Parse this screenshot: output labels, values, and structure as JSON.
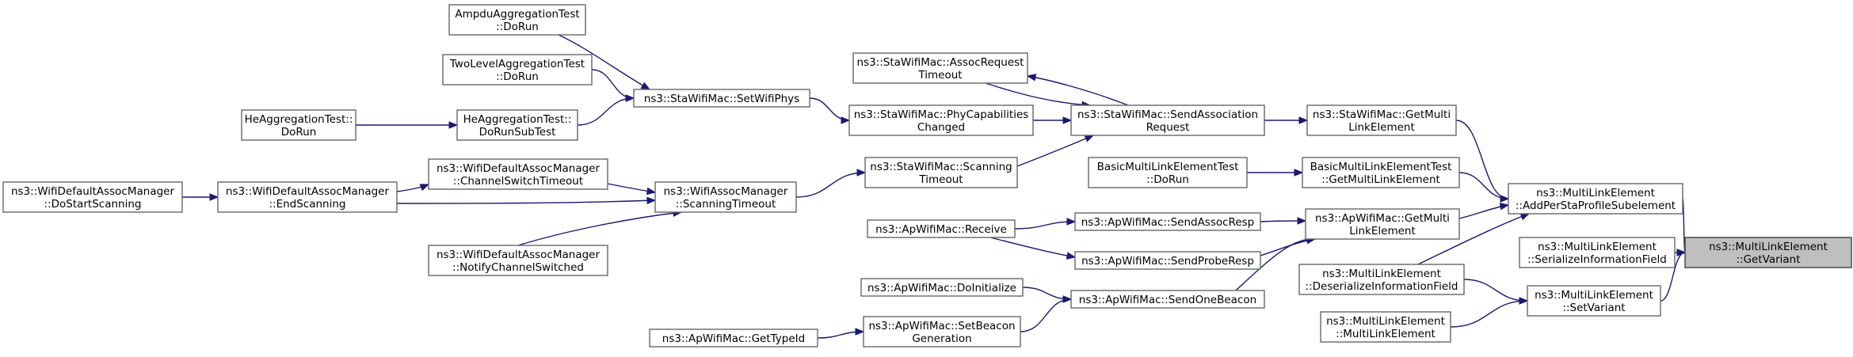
{
  "nodes": [
    {
      "id": "getvariant",
      "lines": [
        "ns3::MultiLinkElement",
        "::GetVariant"
      ],
      "highlight": true
    },
    {
      "id": "addpersta",
      "lines": [
        "ns3::MultiLinkElement",
        "::AddPerStaProfileSubelement"
      ]
    },
    {
      "id": "serialize",
      "lines": [
        "ns3::MultiLinkElement",
        "::SerializeInformationField"
      ]
    },
    {
      "id": "setvariant",
      "lines": [
        "ns3::MultiLinkElement",
        "::SetVariant"
      ]
    },
    {
      "id": "sta_getml",
      "lines": [
        "ns3::StaWifiMac::GetMulti",
        "LinkElement"
      ]
    },
    {
      "id": "basic_getml",
      "lines": [
        "BasicMultiLinkElementTest",
        "::GetMultiLinkElement"
      ]
    },
    {
      "id": "ap_getml",
      "lines": [
        "ns3::ApWifiMac::GetMulti",
        "LinkElement"
      ]
    },
    {
      "id": "deserialize",
      "lines": [
        "ns3::MultiLinkElement",
        "::DeserializeInformationField"
      ]
    },
    {
      "id": "ml_ctor",
      "lines": [
        "ns3::MultiLinkElement",
        "::MultiLinkElement"
      ]
    },
    {
      "id": "sendassoc",
      "lines": [
        "ns3::StaWifiMac::SendAssociation",
        "Request"
      ]
    },
    {
      "id": "basic_dorun",
      "lines": [
        "BasicMultiLinkElementTest",
        "::DoRun"
      ]
    },
    {
      "id": "sendassocresp",
      "lines": [
        "ns3::ApWifiMac::SendAssocResp"
      ]
    },
    {
      "id": "sendproberesp",
      "lines": [
        "ns3::ApWifiMac::SendProbeResp"
      ]
    },
    {
      "id": "sendonebeacon",
      "lines": [
        "ns3::ApWifiMac::SendOneBeacon"
      ]
    },
    {
      "id": "assocreqtimeout",
      "lines": [
        "ns3::StaWifiMac::AssocRequest",
        "Timeout"
      ]
    },
    {
      "id": "phycap",
      "lines": [
        "ns3::StaWifiMac::PhyCapabilities",
        "Changed"
      ]
    },
    {
      "id": "scantimeout_sta",
      "lines": [
        "ns3::StaWifiMac::Scanning",
        "Timeout"
      ]
    },
    {
      "id": "receive",
      "lines": [
        "ns3::ApWifiMac::Receive"
      ]
    },
    {
      "id": "doinit",
      "lines": [
        "ns3::ApWifiMac::DoInitialize"
      ]
    },
    {
      "id": "setbeacon",
      "lines": [
        "ns3::ApWifiMac::SetBeacon",
        "Generation"
      ]
    },
    {
      "id": "setwifiphys",
      "lines": [
        "ns3::StaWifiMac::SetWifiPhys"
      ]
    },
    {
      "id": "scantimeout_mgr",
      "lines": [
        "ns3::WifiAssocManager",
        "::ScanningTimeout"
      ]
    },
    {
      "id": "gettypeid",
      "lines": [
        "ns3::ApWifiMac::GetTypeId"
      ]
    },
    {
      "id": "ampdu",
      "lines": [
        "AmpduAggregationTest",
        "::DoRun"
      ]
    },
    {
      "id": "twolevel",
      "lines": [
        "TwoLevelAggregationTest",
        "::DoRun"
      ]
    },
    {
      "id": "he_subtest",
      "lines": [
        "HeAggregationTest::",
        "DoRunSubTest"
      ]
    },
    {
      "id": "chswitchtimeout",
      "lines": [
        "ns3::WifiDefaultAssocManager",
        "::ChannelSwitchTimeout"
      ]
    },
    {
      "id": "notifych",
      "lines": [
        "ns3::WifiDefaultAssocManager",
        "::NotifyChannelSwitched"
      ]
    },
    {
      "id": "he_dorun",
      "lines": [
        "HeAggregationTest::",
        "DoRun"
      ]
    },
    {
      "id": "endscanning",
      "lines": [
        "ns3::WifiDefaultAssocManager",
        "::EndScanning"
      ]
    },
    {
      "id": "dostartscan",
      "lines": [
        "ns3::WifiDefaultAssocManager",
        "::DoStartScanning"
      ]
    }
  ],
  "edges": [
    {
      "from": "addpersta",
      "to": "getvariant"
    },
    {
      "from": "serialize",
      "to": "getvariant"
    },
    {
      "from": "setvariant",
      "to": "getvariant"
    },
    {
      "from": "sta_getml",
      "to": "addpersta"
    },
    {
      "from": "basic_getml",
      "to": "addpersta"
    },
    {
      "from": "ap_getml",
      "to": "addpersta"
    },
    {
      "from": "deserialize",
      "to": "addpersta"
    },
    {
      "from": "deserialize",
      "to": "setvariant"
    },
    {
      "from": "ml_ctor",
      "to": "setvariant"
    },
    {
      "from": "sendassoc",
      "to": "sta_getml"
    },
    {
      "from": "basic_dorun",
      "to": "basic_getml"
    },
    {
      "from": "sendassocresp",
      "to": "ap_getml"
    },
    {
      "from": "sendproberesp",
      "to": "ap_getml"
    },
    {
      "from": "sendonebeacon",
      "to": "ap_getml"
    },
    {
      "from": "sendassoc",
      "to": "assocreqtimeout"
    },
    {
      "from": "assocreqtimeout",
      "to": "sendassoc"
    },
    {
      "from": "phycap",
      "to": "sendassoc"
    },
    {
      "from": "scantimeout_sta",
      "to": "sendassoc"
    },
    {
      "from": "receive",
      "to": "sendassocresp"
    },
    {
      "from": "receive",
      "to": "sendproberesp"
    },
    {
      "from": "doinit",
      "to": "sendonebeacon"
    },
    {
      "from": "setbeacon",
      "to": "sendonebeacon"
    },
    {
      "from": "setwifiphys",
      "to": "phycap"
    },
    {
      "from": "scantimeout_mgr",
      "to": "scantimeout_sta"
    },
    {
      "from": "gettypeid",
      "to": "setbeacon"
    },
    {
      "from": "ampdu",
      "to": "setwifiphys"
    },
    {
      "from": "twolevel",
      "to": "setwifiphys"
    },
    {
      "from": "he_subtest",
      "to": "setwifiphys"
    },
    {
      "from": "chswitchtimeout",
      "to": "scantimeout_mgr"
    },
    {
      "from": "endscanning",
      "to": "scantimeout_mgr"
    },
    {
      "from": "notifych",
      "to": "scantimeout_mgr"
    },
    {
      "from": "he_dorun",
      "to": "he_subtest"
    },
    {
      "from": "endscanning",
      "to": "chswitchtimeout"
    },
    {
      "from": "dostartscan",
      "to": "endscanning"
    }
  ],
  "colors": {
    "edge": "#191970",
    "node_border": "#666666",
    "highlight_fill": "#bfbfbf"
  }
}
